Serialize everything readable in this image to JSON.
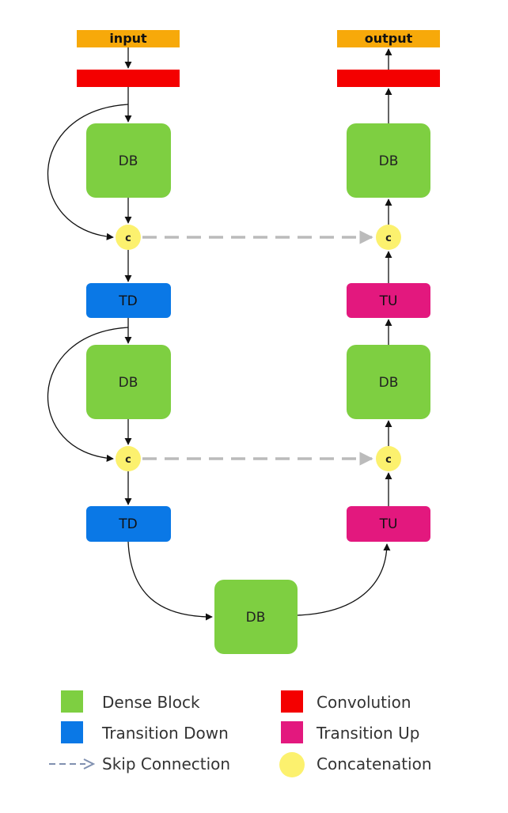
{
  "diagram": {
    "input_label": "input",
    "output_label": "output",
    "dense_block_label": "DB",
    "transition_down_label": "TD",
    "transition_up_label": "TU",
    "concat_label": "c"
  },
  "legend": {
    "dense_block": "Dense Block",
    "convolution": "Convolution",
    "transition_down": "Transition Down",
    "transition_up": "Transition Up",
    "skip_connection": "Skip Connection",
    "concatenation": "Concatenation"
  },
  "colors": {
    "io": "#F7A90A",
    "convolution": "#F40000",
    "dense_block": "#7ECF41",
    "transition_down": "#0A78E6",
    "transition_up": "#E3187E",
    "concatenation": "#FCF16E",
    "skip": "#BBBBBB",
    "arrow": "#111111"
  }
}
